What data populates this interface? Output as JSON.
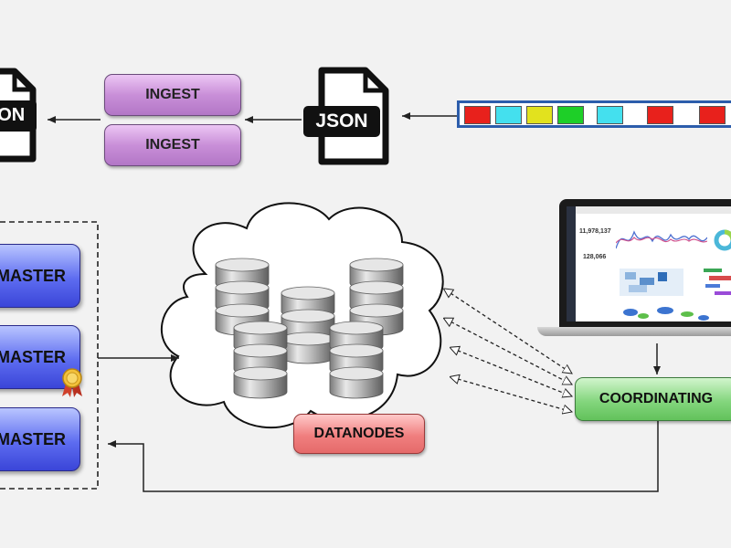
{
  "ingest": {
    "label_1": "INGEST",
    "label_2": "INGEST"
  },
  "json_icon_left": {
    "label": "JSON"
  },
  "json_icon_middle": {
    "label": "JSON"
  },
  "masters": [
    {
      "label": "MASTER"
    },
    {
      "label": "MASTER"
    },
    {
      "label": "MASTER"
    }
  ],
  "datanodes": {
    "label": "DATANODES"
  },
  "coordinating": {
    "label": "COORDINATING"
  },
  "dashboard": {
    "value_1": "11,978,137",
    "value_2": "128,066"
  },
  "event_strip": {
    "colors": [
      "#e8211c",
      "#44e0ee",
      "#e2e21e",
      "#1ecf28",
      "#44e0ee",
      "#e8211c",
      "#e8211c"
    ]
  },
  "colors": {
    "ingest": "#c98fd8",
    "master": "#5d6cf0",
    "datanodes": "#f07f7f",
    "coordinating": "#84d67e"
  }
}
